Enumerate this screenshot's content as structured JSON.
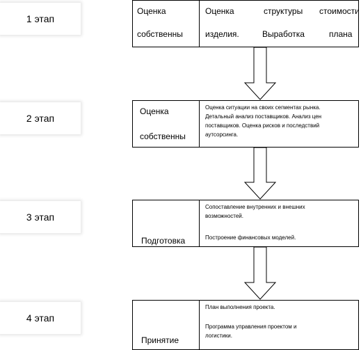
{
  "stages": [
    {
      "label": "1 этап",
      "left_lines": [
        "Оценка",
        "собственны"
      ],
      "right_words": [
        [
          "Оценка",
          "структуры",
          "стоимости"
        ],
        [
          "изделия.",
          "Выработка",
          "плана"
        ]
      ]
    },
    {
      "label": "2 этап",
      "left_lines": [
        "Оценка",
        "собственны"
      ],
      "right_lines": [
        "Оценка ситуации на своих сегментах рынка.",
        "Детальный анализ поставщиков. Анализ цен",
        "поставщиков. Оценка рисков и последствий",
        "аутсорсинга."
      ]
    },
    {
      "label": "3 этап",
      "left_text": "Подготовка",
      "right_lines": [
        "Сопоставление внутренних и внешних",
        "возможностей.",
        "",
        "Построение финансовых моделей."
      ]
    },
    {
      "label": "4 этап",
      "left_text": "Принятие",
      "right_lines": [
        "План выполнения проекта.",
        "",
        "Программа управления проектом и",
        "логистики."
      ]
    }
  ],
  "colors": {
    "border": "#000000",
    "label_shadow": "#cccccc"
  }
}
